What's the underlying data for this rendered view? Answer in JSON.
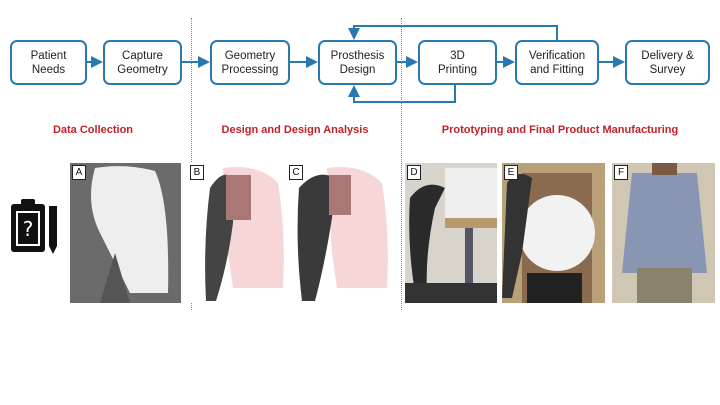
{
  "flow_steps": [
    "Patient\nNeeds",
    "Capture\nGeometry",
    "Geometry\nProcessing",
    "Prosthesis\nDesign",
    "3D\nPrinting",
    "Verification\nand Fitting",
    "Delivery &\nSurvey"
  ],
  "stages": [
    "Data Collection",
    "Design and Design Analysis",
    "Prototyping and Final Product Manufacturing"
  ],
  "panels": [
    "A",
    "B",
    "C",
    "D",
    "E",
    "F"
  ],
  "colors": {
    "box_border": "#2a78b0",
    "stage_label": "#c0232a"
  },
  "icons": [
    "clipboard-question-icon",
    "pencil-icon"
  ]
}
